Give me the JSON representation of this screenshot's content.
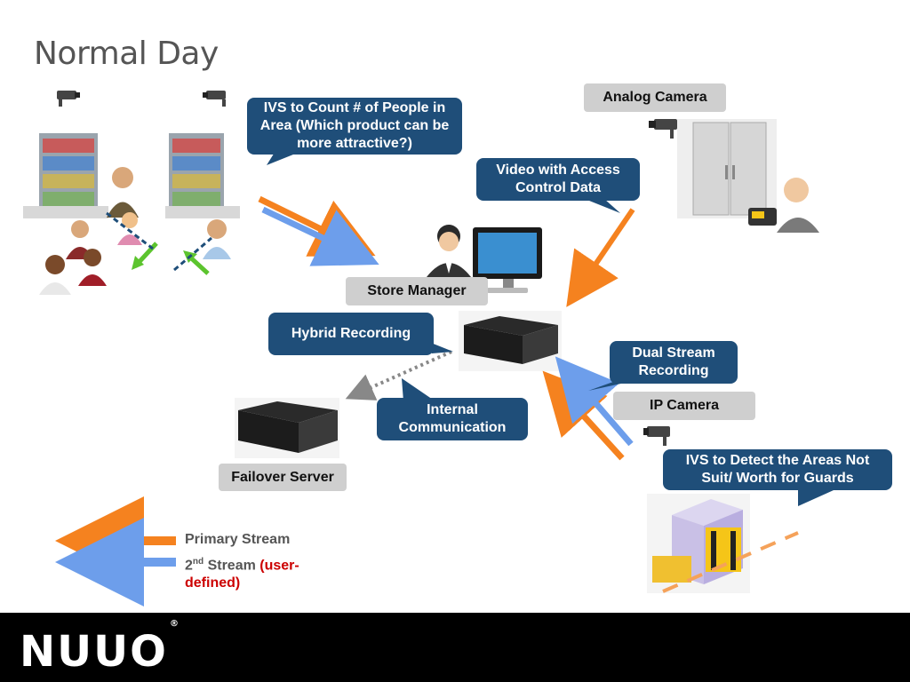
{
  "title": "Normal Day",
  "callouts": {
    "ivs_count": "IVS to Count # of People in Area (Which product can be more attractive?)",
    "video_access": "Video with Access Control Data",
    "hybrid": "Hybrid Recording",
    "dual_stream": "Dual Stream Recording",
    "internal": "Internal Communication",
    "ivs_guards": "IVS to Detect the Areas Not Suit/ Worth for Guards"
  },
  "labels": {
    "analog_camera": "Analog Camera",
    "store_manager": "Store Manager",
    "ip_camera": "IP Camera",
    "failover_server": "Failover Server"
  },
  "legend": {
    "primary": "Primary Stream",
    "second_prefix": "2",
    "second_sup": "nd",
    "second_word": "Stream",
    "second_note": "(user-defined)"
  },
  "colors": {
    "primary_stream": "#f5821f",
    "second_stream": "#6d9eeb",
    "callout": "#1f4e79",
    "label_bg": "#cfcfcf"
  },
  "footer": {
    "logo": "NUUO",
    "logo_mark": "®"
  }
}
